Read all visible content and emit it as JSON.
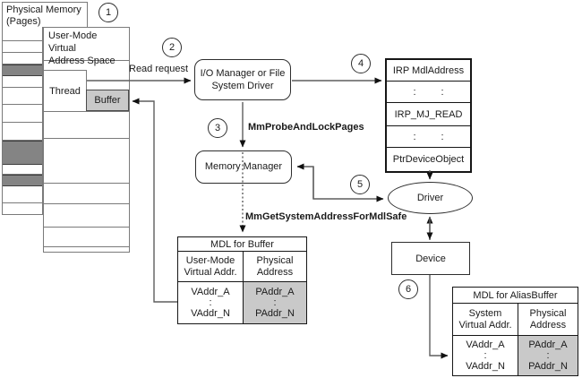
{
  "physical_memory": {
    "label": "Physical Memory\n(Pages)",
    "rows": [
      {
        "shaded": false
      },
      {
        "shaded": false
      },
      {
        "shaded": false
      },
      {
        "shaded": true
      },
      {
        "shaded": false
      },
      {
        "shaded": false
      },
      {
        "shaded": false
      },
      {
        "shaded": false
      },
      {
        "shaded": true
      },
      {
        "shaded": false
      },
      {
        "shaded": true
      },
      {
        "shaded": false
      },
      {
        "shaded": false
      }
    ]
  },
  "user_space": {
    "title": "User-Mode Virtual\nAddress Space",
    "thread": "Thread",
    "buffer": "Buffer"
  },
  "flow": {
    "read_request": "Read request",
    "probe_call": "MmProbeAndLockPages",
    "get_address_call": "MmGetSystemAddressForMdlSafe"
  },
  "io_manager": {
    "label": "I/O Manager or File\nSystem Driver"
  },
  "memory_manager": {
    "label": "Memory Manager"
  },
  "irp_table": {
    "row_mdladdress": "IRP MdlAddress",
    "ellipsis": ":",
    "row_mj_read": "IRP_MJ_READ",
    "row_ptrdeviceobject": "PtrDeviceObject"
  },
  "driver": {
    "label": "Driver"
  },
  "device": {
    "label": "Device"
  },
  "mdl_buffer_table": {
    "title": "MDL for Buffer",
    "col_virtual": "User-Mode\nVirtual Addr.",
    "col_physical": "Physical\nAddress",
    "virtual_entries": "VAddr_A\n:\nVAddr_N",
    "physical_entries": "PAddr_A\n:\nPAddr_N"
  },
  "mdl_alias_table": {
    "title": "MDL for AliasBuffer",
    "col_virtual": "System\nVirtual Addr.",
    "col_physical": "Physical\nAddress",
    "virtual_entries": "VAddr_A\n:\nVAddr_N",
    "physical_entries": "PAddr_A\n:\nPAddr_N"
  },
  "steps": {
    "s1": "1",
    "s2": "2",
    "s3": "3",
    "s4": "4",
    "s5": "5",
    "s6": "6"
  },
  "colors": {
    "page_shaded": "#848484",
    "cell_shaded": "#c9c9c9",
    "line": "#5e5e5e",
    "border_gray": "#7a7a7a",
    "border_dark": "#161616"
  }
}
